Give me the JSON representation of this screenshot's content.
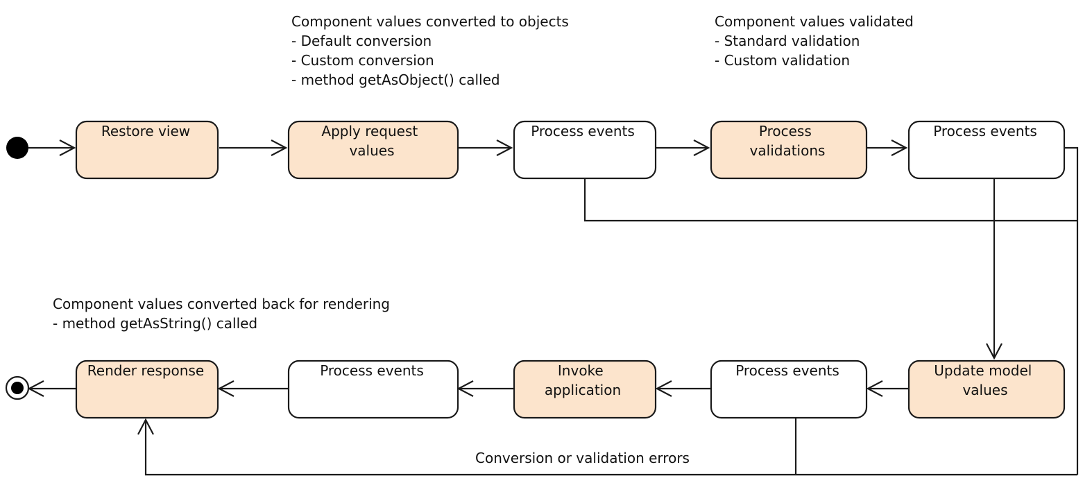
{
  "colors": {
    "phase_fill": "#fce4cc",
    "event_fill": "#ffffff",
    "stroke": "#1a1a1a"
  },
  "nodes": {
    "restore_view": {
      "lines": [
        "Restore view"
      ],
      "kind": "phase"
    },
    "apply_request_values": {
      "lines": [
        "Apply request",
        "values"
      ],
      "kind": "phase"
    },
    "process_events_1": {
      "lines": [
        "Process events"
      ],
      "kind": "event"
    },
    "process_validations": {
      "lines": [
        "Process",
        "validations"
      ],
      "kind": "phase"
    },
    "process_events_2": {
      "lines": [
        "Process events"
      ],
      "kind": "event"
    },
    "update_model_values": {
      "lines": [
        "Update model",
        "values"
      ],
      "kind": "phase"
    },
    "process_events_3": {
      "lines": [
        "Process events"
      ],
      "kind": "event"
    },
    "invoke_application": {
      "lines": [
        "Invoke",
        "application"
      ],
      "kind": "phase"
    },
    "process_events_4": {
      "lines": [
        "Process events"
      ],
      "kind": "event"
    },
    "render_response": {
      "lines": [
        "Render response"
      ],
      "kind": "phase"
    }
  },
  "notes": {
    "conversion": [
      "Component values converted to objects",
      "- Default conversion",
      "- Custom conversion",
      "- method getAsObject() called"
    ],
    "validation": [
      "Component values validated",
      "- Standard validation",
      "- Custom validation"
    ],
    "rendering": [
      "Component values converted back for rendering",
      "- method getAsString() called"
    ]
  },
  "edge_labels": {
    "errors": "Conversion or validation errors"
  },
  "icons": {
    "start": "initial-state-icon",
    "end": "final-state-icon"
  }
}
